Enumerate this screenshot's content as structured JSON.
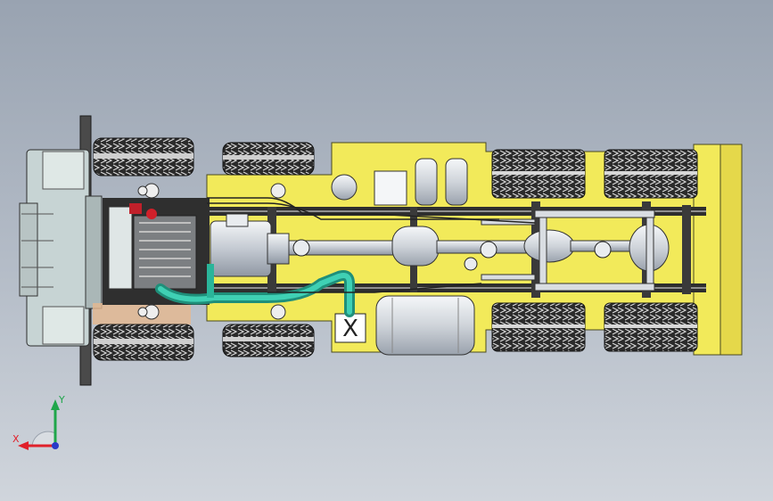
{
  "viewport": {
    "background_top": "#99a3b1",
    "background_bottom": "#d0d5dc"
  },
  "triad": {
    "x_label": "X",
    "y_label": "Y",
    "x_color": "#e0202a",
    "y_color": "#1fa64a",
    "z_color": "#2a3bc8"
  },
  "model": {
    "frame_color": "#f2ea5a",
    "tire_color": "#2b2b2b",
    "steel_color": "#c9ced6",
    "pipe_color": "#2ab59a",
    "tank_color": "#dfe3e8",
    "warning_mark": "X"
  }
}
